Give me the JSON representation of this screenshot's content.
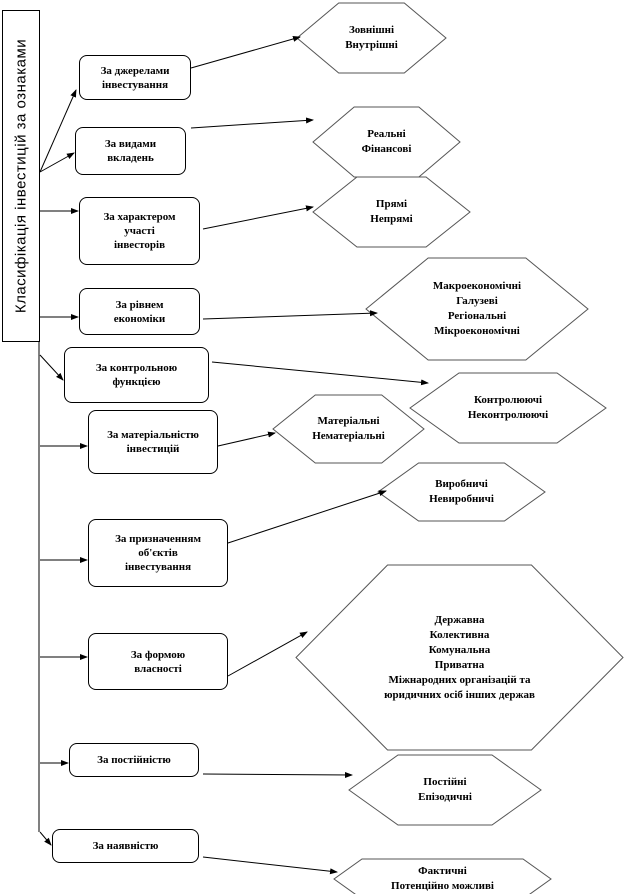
{
  "title": "Класифікація інвестицій за ознаками",
  "criteria": [
    {
      "label": "За джерелами\nінвестування",
      "types": "Зовнішні\nВнутрішні"
    },
    {
      "label": "За видами\nвкладень",
      "types": "Реальні\nФінансові"
    },
    {
      "label": "За характером\nучасті\nінвесторів",
      "types": "Прямі\nНепрямі"
    },
    {
      "label": "За рівнем\nекономіки",
      "types": "Макроекономічні\nГалузеві\nРегіональні\nМікроекономічні"
    },
    {
      "label": "За контрольною\nфункцією",
      "types": "Контролюючі\nНеконтролюючі"
    },
    {
      "label": "За матеріальністю\nінвестицій",
      "types": "Матеріальні\nНематеріальні"
    },
    {
      "label": "За призначенням\nоб'єктів\nінвестування",
      "types": "Виробничі\nНевиробничі"
    },
    {
      "label": "За формою\nвласності",
      "types": "Державна\nКолективна\nКомунальна\nПриватна\nМіжнародних організацій та\nюридичних осіб інших держав"
    },
    {
      "label": "За постійністю",
      "types": "Постійні\n        Епізодичні"
    },
    {
      "label": "За наявністю",
      "types": "Фактичні\nПотенційно можливі"
    }
  ]
}
